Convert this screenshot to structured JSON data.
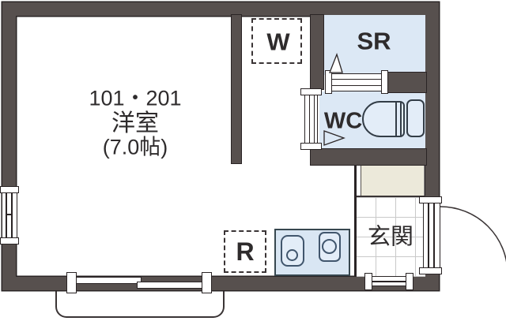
{
  "floor_plan": {
    "unit_label": "101・201",
    "main_room": {
      "name": "洋室",
      "size": "(7.0帖)"
    },
    "labels": {
      "washing_machine": "W",
      "service_room": "SR",
      "toilet": "WC",
      "refrigerator": "R",
      "entrance": "玄関"
    },
    "colors": {
      "wall": "#57504e",
      "wall_outline": "#2a2425",
      "room_blue": "#dce8f5",
      "entrance_step_beige": "#ece9da",
      "tile_grid_gray": "#c9c9c9"
    }
  }
}
